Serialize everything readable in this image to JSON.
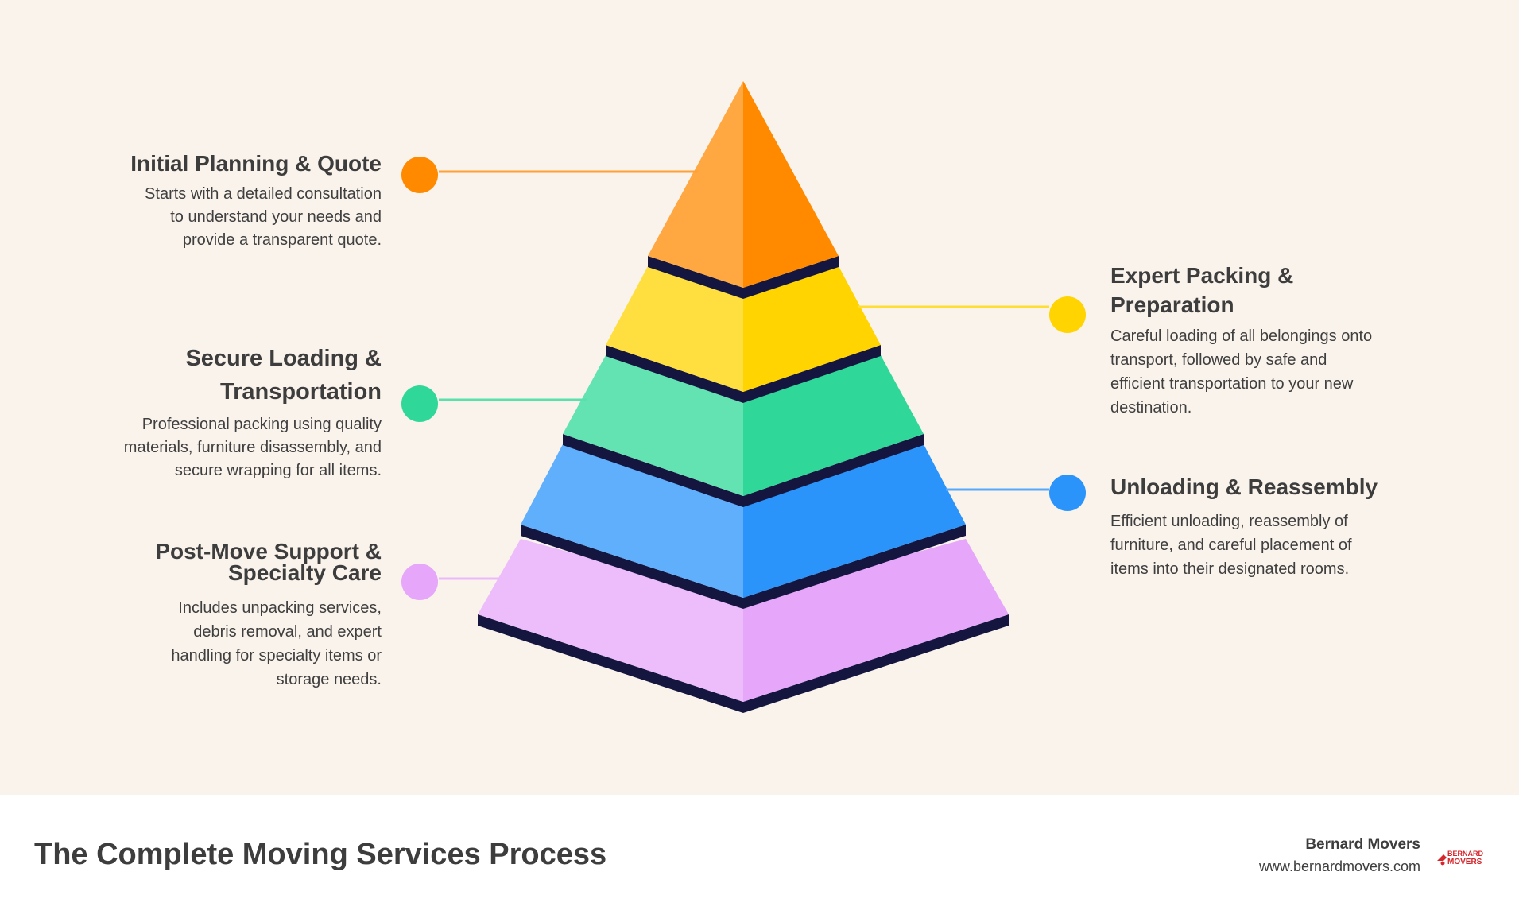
{
  "steps": [
    {
      "title": "Initial Planning & Quote",
      "desc": "Starts with a detailed consultation to understand your needs and provide a transparent quote.",
      "color": "#ff8a00"
    },
    {
      "title": "Expert Packing & Preparation",
      "desc": "Careful loading of all belongings onto transport, followed by safe and efficient transportation to your new destination.",
      "color": "#ffd400"
    },
    {
      "title": "Secure Loading & Transportation",
      "desc": "Professional packing using quality materials, furniture disassembly, and secure wrapping for all items.",
      "color": "#2fd898"
    },
    {
      "title": "Unloading & Reassembly",
      "desc": "Efficient unloading, reassembly of furniture, and careful placement of items into their designated rooms.",
      "color": "#2b94fb"
    },
    {
      "title": "Post-Move Support & Specialty Care",
      "desc": "Includes unpacking services, debris removal, and expert handling for specialty items or storage needs.",
      "color": "#e6a6f9"
    }
  ],
  "footer": {
    "title": "The Complete Moving Services Process",
    "brand_name": "Bernard Movers",
    "brand_url": "www.bernardmovers.com",
    "logo_text_line1": "BERNARD",
    "logo_text_line2": "MOVERS",
    "logo_color": "#d7262b"
  },
  "layout_colors": {
    "background": "#faf3ec",
    "separator": "#14163f"
  }
}
